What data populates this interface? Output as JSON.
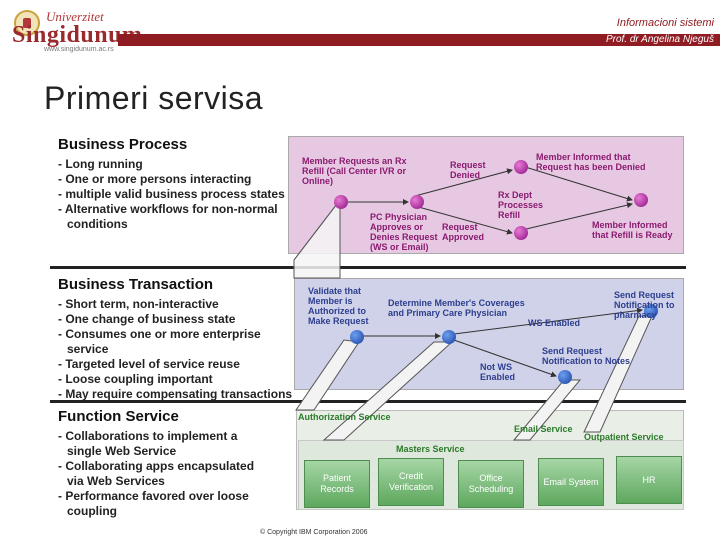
{
  "header": {
    "logo_university": "Univerzitet",
    "logo_name": "Singidunum",
    "logo_url": "www.singidunum.ac.rs",
    "course": "Informacioni sistemi",
    "author": "Prof. dr Angelina Njeguš"
  },
  "slide_title": "Primeri servisa",
  "business_process": {
    "heading": "Business Process",
    "items": [
      "Long running",
      "One or more persons interacting",
      "multiple valid business process states",
      "Alternative workflows for non-normal conditions"
    ],
    "labels": {
      "member_requests": "Member Requests an Rx Refill (Call Center IVR or Online)",
      "request_denied": "Request Denied",
      "member_informed_denied": "Member Informed that Request has been Denied",
      "rx_dept": "Rx Dept Processes Refill",
      "pc_physician": "PC Physician Approves or Denies Request (WS or Email)",
      "request_approved": "Request Approved",
      "member_informed_ready": "Member Informed that Refill is Ready"
    }
  },
  "business_transaction": {
    "heading": "Business Transaction",
    "items": [
      "Short term, non-interactive",
      "One change of business state",
      "Consumes one or more enterprise service",
      "Targeted level of service reuse",
      "Loose coupling important",
      "May require compensating transactions"
    ],
    "labels": {
      "validate": "Validate that Member is Authorized to Make Request",
      "determine": "Determine Member's Coverages and Primary Care Physician",
      "send_pharmacy": "Send Request Notification to pharmacy",
      "ws_enabled": "WS Enabled",
      "send_notes": "Send Request Notification to Notes",
      "not_ws": "Not WS Enabled"
    }
  },
  "function_service": {
    "heading": "Function Service",
    "items": [
      "Collaborations to implement a single Web Service",
      "Collaborating apps encapsulated via Web Services",
      "Performance favored over loose coupling"
    ],
    "services": {
      "authorization": "Authorization Service",
      "email": "Email Service",
      "outpatient": "Outpatient Service",
      "masters": "Masters Service"
    },
    "boxes": [
      "Patient Records",
      "Credit Verification",
      "Office Scheduling",
      "Email System",
      "HR"
    ]
  },
  "copyright": "© Copyright IBM Corporation 2006"
}
